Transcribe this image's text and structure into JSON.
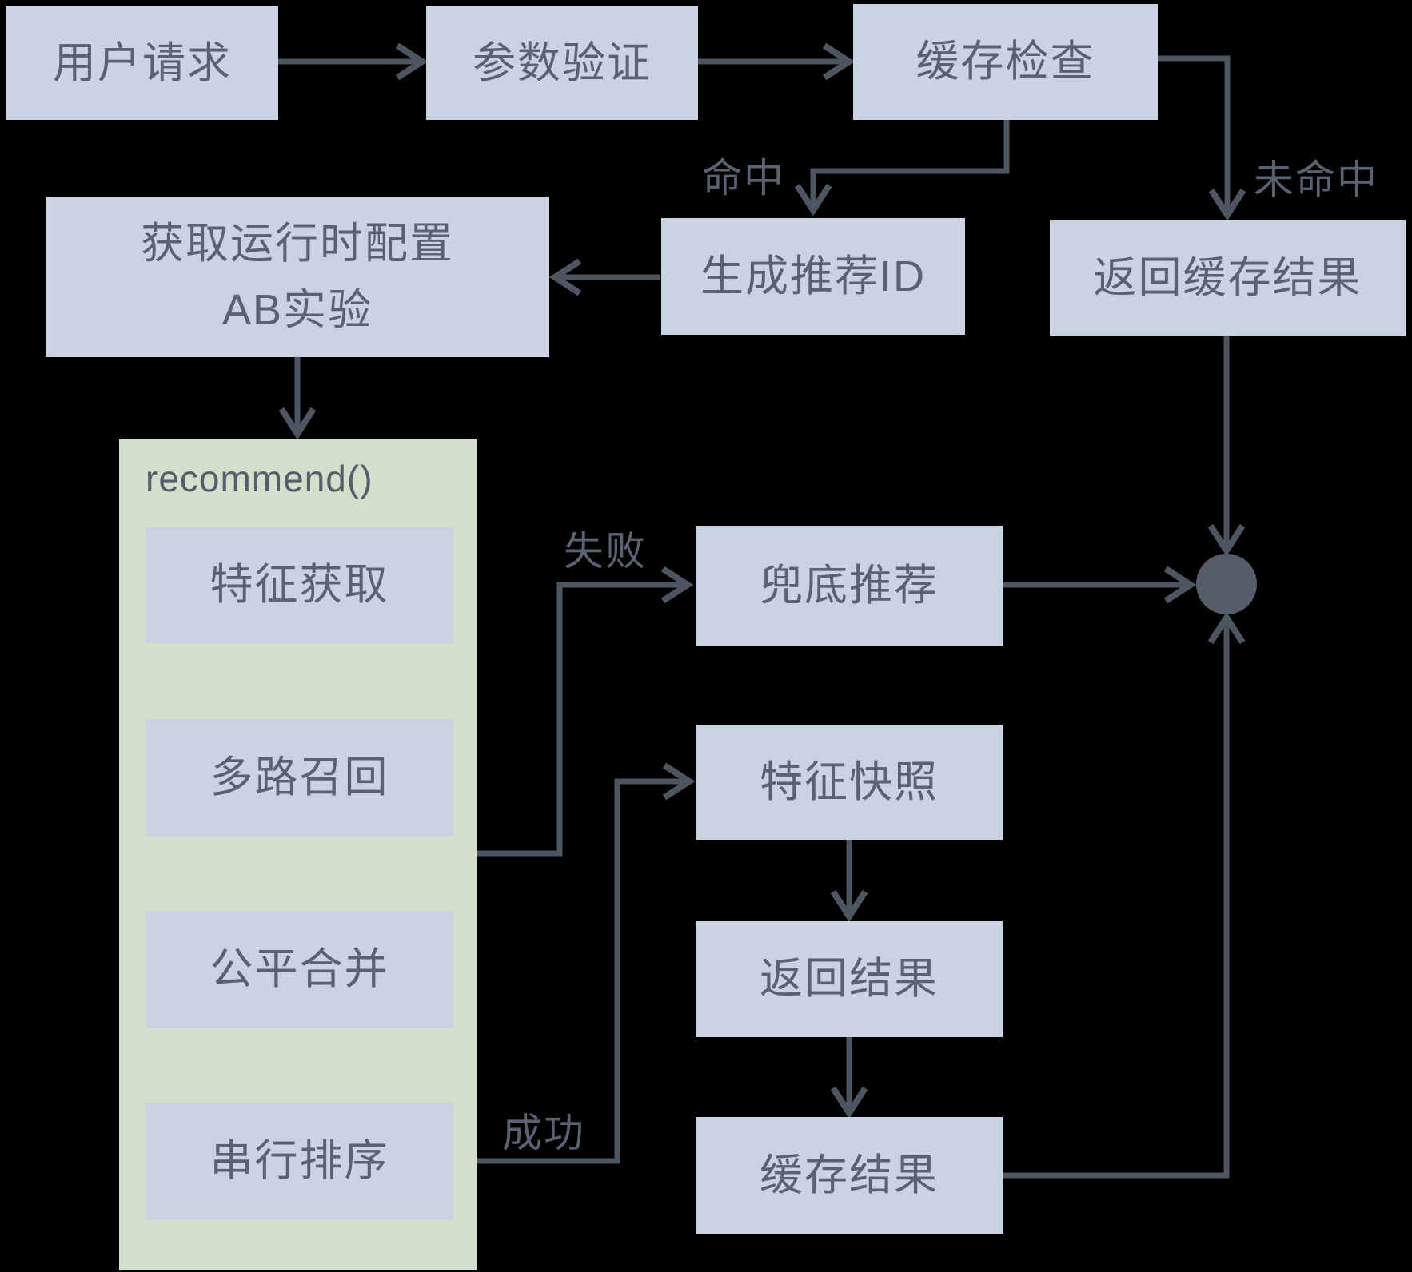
{
  "diagram": {
    "title": "recommendation service flow",
    "colors": {
      "background": "#000000",
      "node_fill": "#c9d3e2",
      "container_fill": "#d2dfca",
      "line_color": "#4d5560",
      "text_color": "#5a6170",
      "merge_dot_color": "#565d68"
    },
    "nodes": {
      "user_request": "用户请求",
      "param_validation": "参数验证",
      "cache_check": "缓存检查",
      "runtime_config_line1": "获取运行时配置",
      "runtime_config_line2": "AB实验",
      "generate_rec_id": "生成推荐ID",
      "return_cached_result": "返回缓存结果",
      "recommend_container": "recommend()",
      "feature_fetch": "特征获取",
      "multi_recall": "多路召回",
      "fair_merge": "公平合并",
      "serial_rank": "串行排序",
      "fallback_rec": "兜底推荐",
      "feature_snapshot": "特征快照",
      "return_result": "返回结果",
      "cache_result": "缓存结果"
    },
    "edge_labels": {
      "hit": "命中",
      "miss": "未命中",
      "fail": "失败",
      "success": "成功"
    }
  }
}
